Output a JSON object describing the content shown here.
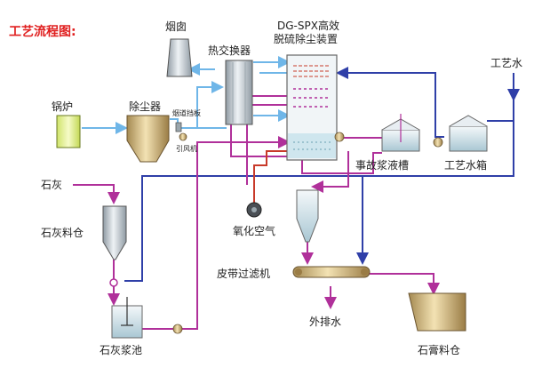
{
  "title": "工艺流程图:",
  "labels": {
    "chimney": "烟囱",
    "heat_exchanger": "热交换器",
    "desulfurizer_line1": "DG-SPX高效",
    "desulfurizer_line2": "脱硫除尘装置",
    "process_water": "工艺水",
    "boiler": "锅炉",
    "dust_collector": "除尘器",
    "flue_damper": "烟道挡板",
    "induced_fan": "引风机",
    "emergency_tank": "事故浆液槽",
    "process_water_tank": "工艺水箱",
    "lime": "石灰",
    "lime_silo": "石灰料仓",
    "oxidation_air": "氧化空气",
    "belt_filter": "皮带过滤机",
    "drain_water": "外排水",
    "gypsum_silo": "石膏料仓",
    "lime_slurry_tank": "石灰浆池"
  },
  "colors": {
    "title": "#e02020",
    "flue_gas": "#6fb6e8",
    "slurry": "#b0309a",
    "water": "#2f3fa8",
    "air": "#c83a2a",
    "equipment_fill": "#cfd8df",
    "equipment_stroke": "#555555"
  }
}
